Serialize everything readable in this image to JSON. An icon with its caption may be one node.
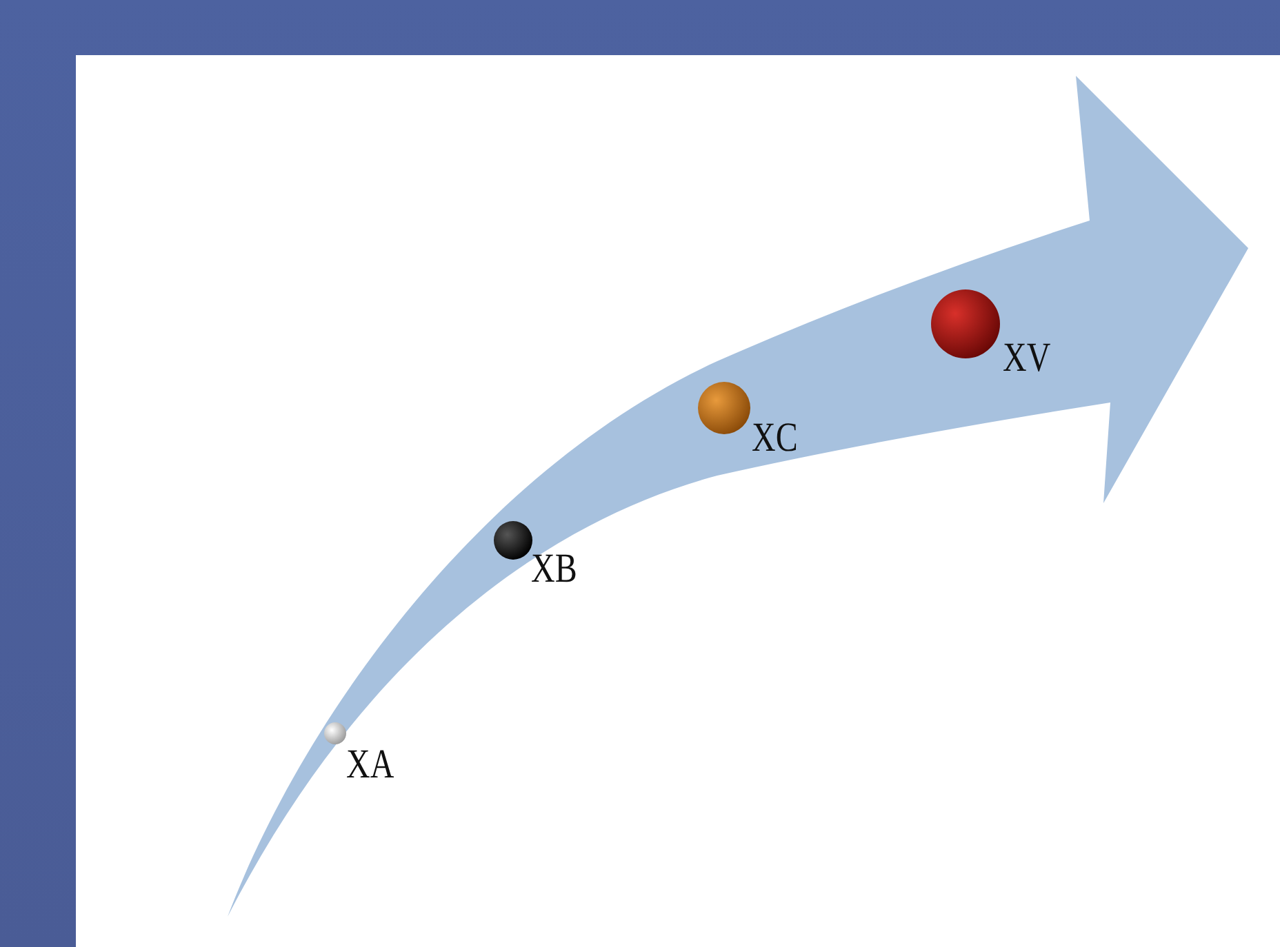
{
  "diagram": {
    "nodes": [
      {
        "text": [],
        "shape": "circle",
        "beside": [
          "XA"
        ]
      },
      {
        "text": [],
        "shape": "circle",
        "beside": [
          "XB"
        ]
      },
      {
        "text": [],
        "shape": "circle",
        "beside": [
          "XC"
        ]
      },
      {
        "text": [],
        "shape": "circle",
        "beside": [
          "XV"
        ]
      }
    ]
  }
}
